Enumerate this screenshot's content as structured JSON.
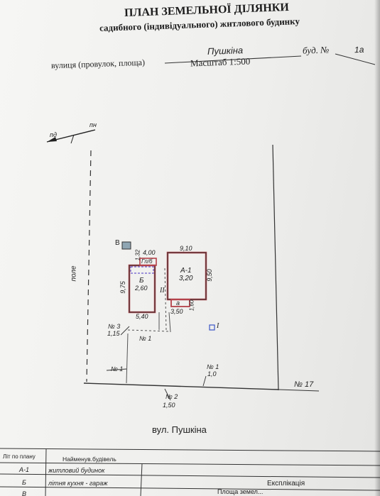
{
  "header": {
    "title": "ПЛАН ЗЕМЕЛЬНОЇ ДІЛЯНКИ",
    "subtitle": "садибного (індивідуального) житлового будинку",
    "street_label": "вулиця (провулок, площа)",
    "street_value": "Пушкіна",
    "house_label": "буд. №",
    "house_value": "1а",
    "scale": "Масштаб 1:500"
  },
  "orientation": {
    "south_label": "пд",
    "north_label": "пн"
  },
  "plan": {
    "field_label": "поле",
    "street_bottom": "вул. Пушкіна",
    "cell_b": "В",
    "bldg_b_letter": "Б",
    "bldg_b_value": "2,60",
    "bldg_a_letter": "А-1",
    "bldg_a_value": "3,20",
    "gp_label": "Гп/б",
    "porch_label": "а",
    "marker_II": "II",
    "marker_I": "I",
    "dims": {
      "d_132": "1,32",
      "d_400": "4,00",
      "d_910": "9,10",
      "d_975": "9,75",
      "d_950": "9,50",
      "d_540": "5,40",
      "d_350": "3,50",
      "d_160": "1,60"
    },
    "fence": {
      "n3_label": "№ 3",
      "n3_value": "1,15",
      "n1_gate": "№ 1",
      "n1_left": "№ 1",
      "n1_right_label": "№ 1",
      "n1_right_value": "1,0",
      "n2_label": "№ 2",
      "n2_value": "1,50",
      "n17_label": "№ 17"
    }
  },
  "legend": {
    "col1_header": "Літ по плану",
    "col2_header": "Найменув.будівель",
    "explication": "Експлікація",
    "plot_area": "Площа земел...",
    "rows": [
      {
        "lit": "А-1",
        "name": "житловий будинок"
      },
      {
        "lit": "Б",
        "name": "літня кухня - гараж"
      },
      {
        "lit": "В",
        "name": ""
      }
    ]
  }
}
